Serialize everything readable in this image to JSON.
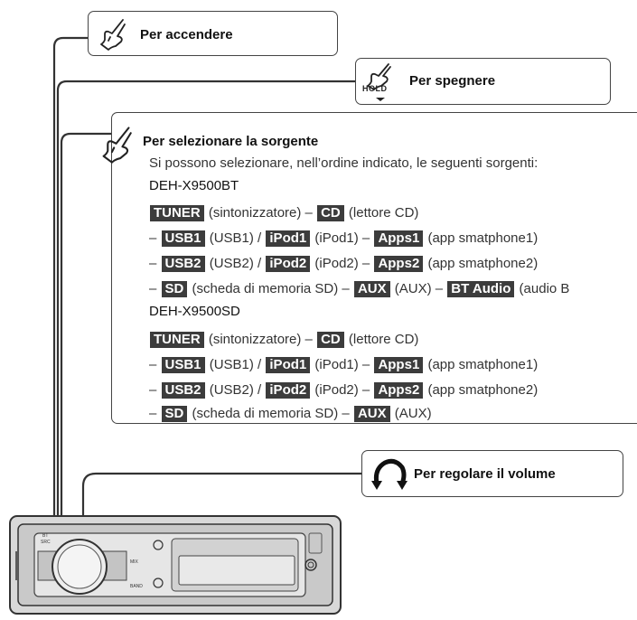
{
  "callouts": {
    "power_on": "Per accendere",
    "power_off": "Per spegnere",
    "hold_label": "HOLD",
    "select_source": "Per selezionare la sorgente",
    "volume": "Per regolare il volume"
  },
  "source_section": {
    "intro": "Si possono selezionare, nell’ordine indicato, le seguenti sorgenti:",
    "models": [
      {
        "name": "DEH-X9500BT",
        "rows": [
          [
            {
              "t": "tag",
              "v": "TUNER"
            },
            {
              "t": "txt",
              "v": " (sintonizzatore) – "
            },
            {
              "t": "tag",
              "v": "CD"
            },
            {
              "t": "txt",
              "v": " (lettore CD)"
            }
          ],
          [
            {
              "t": "txt",
              "v": "– "
            },
            {
              "t": "tag",
              "v": "USB1"
            },
            {
              "t": "txt",
              "v": " (USB1) / "
            },
            {
              "t": "tag",
              "v": "iPod1"
            },
            {
              "t": "txt",
              "v": " (iPod1) – "
            },
            {
              "t": "tag",
              "v": "Apps1"
            },
            {
              "t": "txt",
              "v": " (app smatphone1)"
            }
          ],
          [
            {
              "t": "txt",
              "v": "– "
            },
            {
              "t": "tag",
              "v": "USB2"
            },
            {
              "t": "txt",
              "v": " (USB2) / "
            },
            {
              "t": "tag",
              "v": "iPod2"
            },
            {
              "t": "txt",
              "v": " (iPod2) – "
            },
            {
              "t": "tag",
              "v": "Apps2"
            },
            {
              "t": "txt",
              "v": " (app smatphone2)"
            }
          ],
          [
            {
              "t": "txt",
              "v": "– "
            },
            {
              "t": "tag",
              "v": "SD"
            },
            {
              "t": "txt",
              "v": " (scheda di memoria SD) – "
            },
            {
              "t": "tag",
              "v": "AUX"
            },
            {
              "t": "txt",
              "v": " (AUX) – "
            },
            {
              "t": "tag",
              "v": "BT Audio"
            },
            {
              "t": "txt",
              "v": " (audio B"
            }
          ]
        ]
      },
      {
        "name": "DEH-X9500SD",
        "rows": [
          [
            {
              "t": "tag",
              "v": "TUNER"
            },
            {
              "t": "txt",
              "v": " (sintonizzatore) – "
            },
            {
              "t": "tag",
              "v": "CD"
            },
            {
              "t": "txt",
              "v": " (lettore CD)"
            }
          ],
          [
            {
              "t": "txt",
              "v": "– "
            },
            {
              "t": "tag",
              "v": "USB1"
            },
            {
              "t": "txt",
              "v": " (USB1) / "
            },
            {
              "t": "tag",
              "v": "iPod1"
            },
            {
              "t": "txt",
              "v": " (iPod1) – "
            },
            {
              "t": "tag",
              "v": "Apps1"
            },
            {
              "t": "txt",
              "v": " (app smatphone1)"
            }
          ],
          [
            {
              "t": "txt",
              "v": "– "
            },
            {
              "t": "tag",
              "v": "USB2"
            },
            {
              "t": "txt",
              "v": " (USB2) / "
            },
            {
              "t": "tag",
              "v": "iPod2"
            },
            {
              "t": "txt",
              "v": " (iPod2) – "
            },
            {
              "t": "tag",
              "v": "Apps2"
            },
            {
              "t": "txt",
              "v": " (app smatphone2)"
            }
          ],
          [
            {
              "t": "txt",
              "v": "– "
            },
            {
              "t": "tag",
              "v": "SD"
            },
            {
              "t": "txt",
              "v": " (scheda di memoria SD) – "
            },
            {
              "t": "tag",
              "v": "AUX"
            },
            {
              "t": "txt",
              "v": " (AUX)"
            }
          ]
        ]
      }
    ]
  },
  "device_labels": {
    "src": "SRC",
    "bt": "BT",
    "mix": "MIX",
    "band": "BAND"
  },
  "icons": [
    "press-finger-icon",
    "hold-finger-icon",
    "rotate-knob-icon"
  ]
}
